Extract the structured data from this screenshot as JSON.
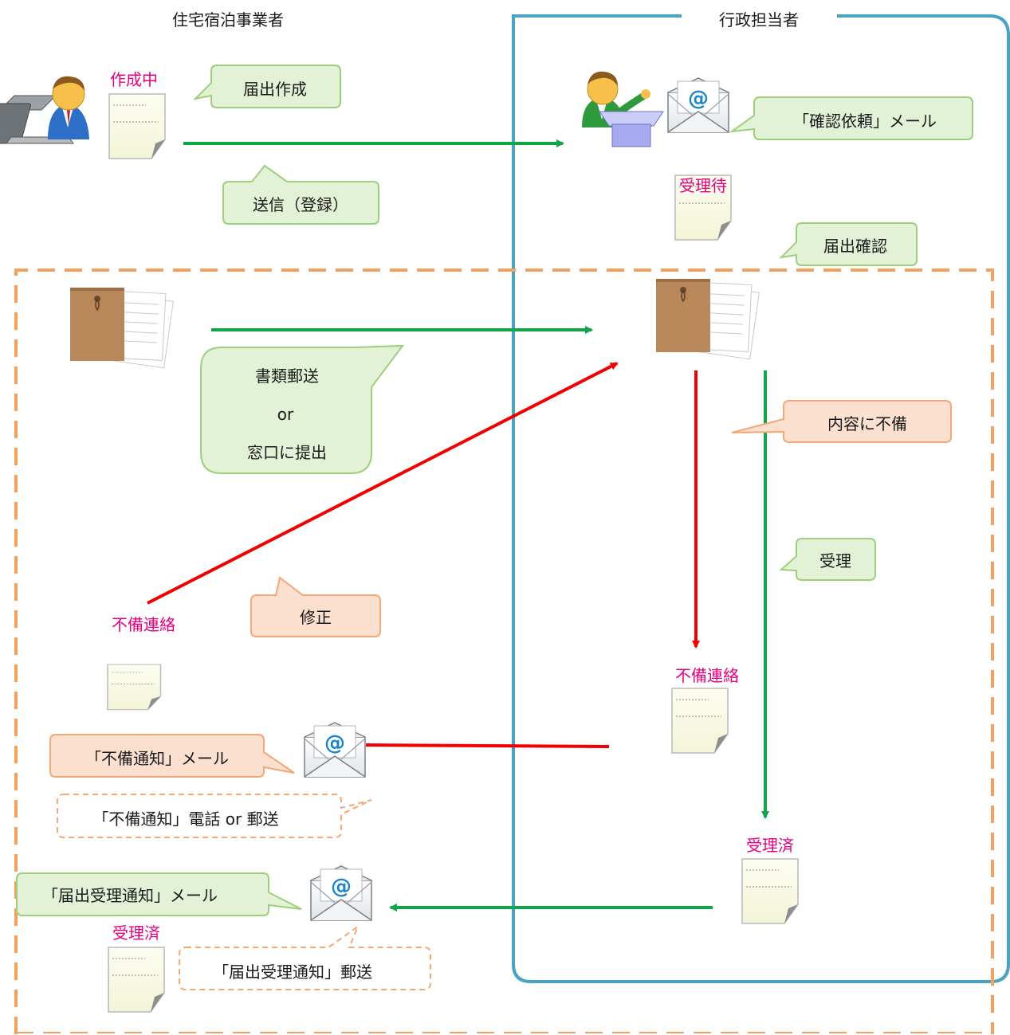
{
  "lanes": {
    "applicant": "住宅宿泊事業者",
    "admin": "行政担当者"
  },
  "callouts": {
    "create": "届出作成",
    "send": "送信（登録）",
    "confirm_mail": "「確認依頼」メール",
    "check": "届出確認",
    "mail_line1": "書類郵送",
    "mail_line2": "or",
    "mail_line3": "窓口に提出",
    "defect": "内容に不備",
    "accept": "受理",
    "fix": "修正",
    "defect_mail": "「不備通知」メール",
    "defect_phone": "「不備通知」電話 or 郵送",
    "accept_mail": "「届出受理通知」メール",
    "accept_post": "「届出受理通知」郵送"
  },
  "doc_labels": {
    "drafting": "作成中",
    "pending": "受理待",
    "defect_admin": "不備連絡",
    "accepted_admin": "受理済",
    "defect_applicant": "不備連絡",
    "accepted_applicant": "受理済"
  },
  "colors": {
    "green_fill": "#e3f1d6",
    "green_stroke": "#9cd07c",
    "orange_fill": "#fbdfcf",
    "orange_stroke": "#f3a877",
    "admin_border": "#4aa3bf",
    "arrow_green": "#12a548",
    "arrow_red": "#f00000",
    "label_pink": "#e6007e"
  }
}
